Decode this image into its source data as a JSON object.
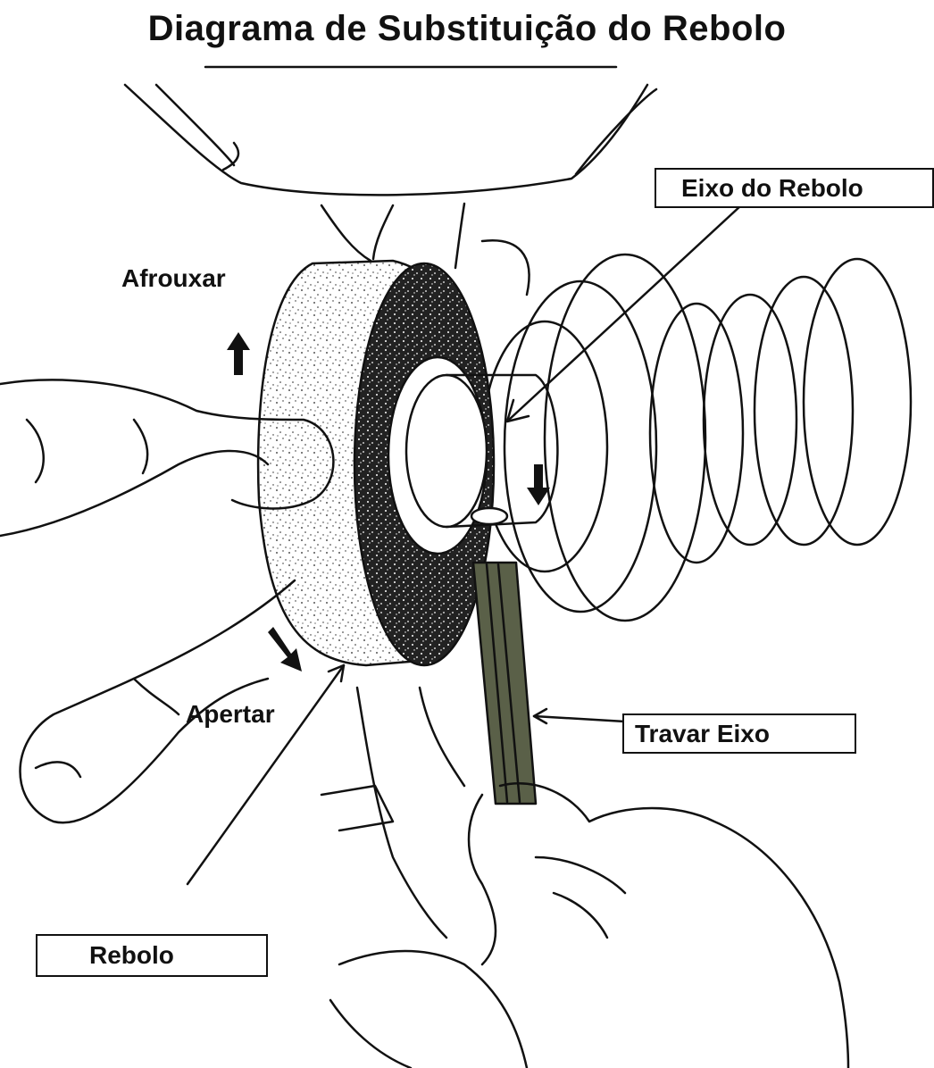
{
  "title": "Diagrama de Substituição do Rebolo",
  "labels": {
    "spindle": "Eixo do Rebolo",
    "loosen": "Afrouxar",
    "tighten": "Apertar",
    "lock": "Travar Eixo",
    "wheel": "Rebolo"
  },
  "colors": {
    "ink": "#111111",
    "paper": "#ffffff",
    "rod": "#5a6048"
  }
}
